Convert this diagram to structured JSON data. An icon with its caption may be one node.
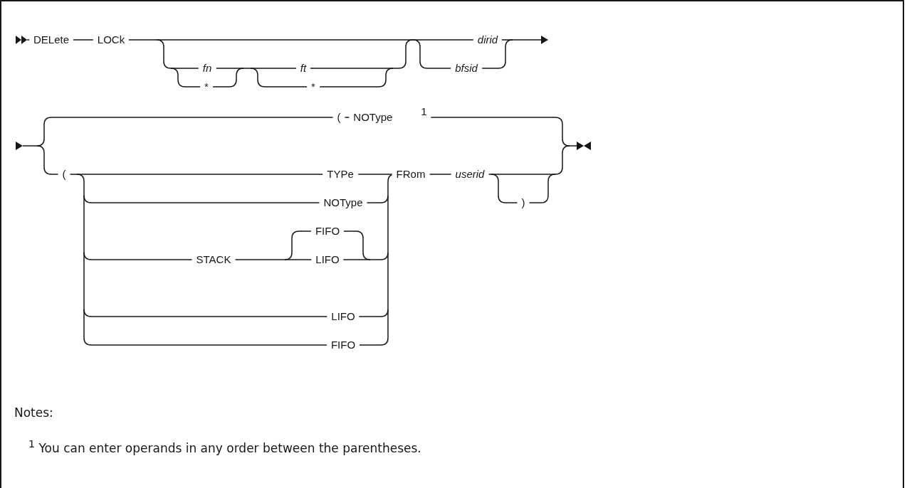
{
  "diagram": {
    "labels": [
      "DELete",
      "LOCk",
      "dirid",
      "fn",
      "ft",
      "bfsid",
      "*",
      "*",
      "(",
      "NOType$^{1}$",
      "(",
      "TYPe",
      "FRom",
      "userid",
      "NOType",
      ")",
      "FIFO",
      "STACK",
      "LIFO",
      "LIFO",
      "FIFO",
      "Notes:",
      "$^{1}$ You can enter operands in any order between the parentheses."
    ]
  }
}
